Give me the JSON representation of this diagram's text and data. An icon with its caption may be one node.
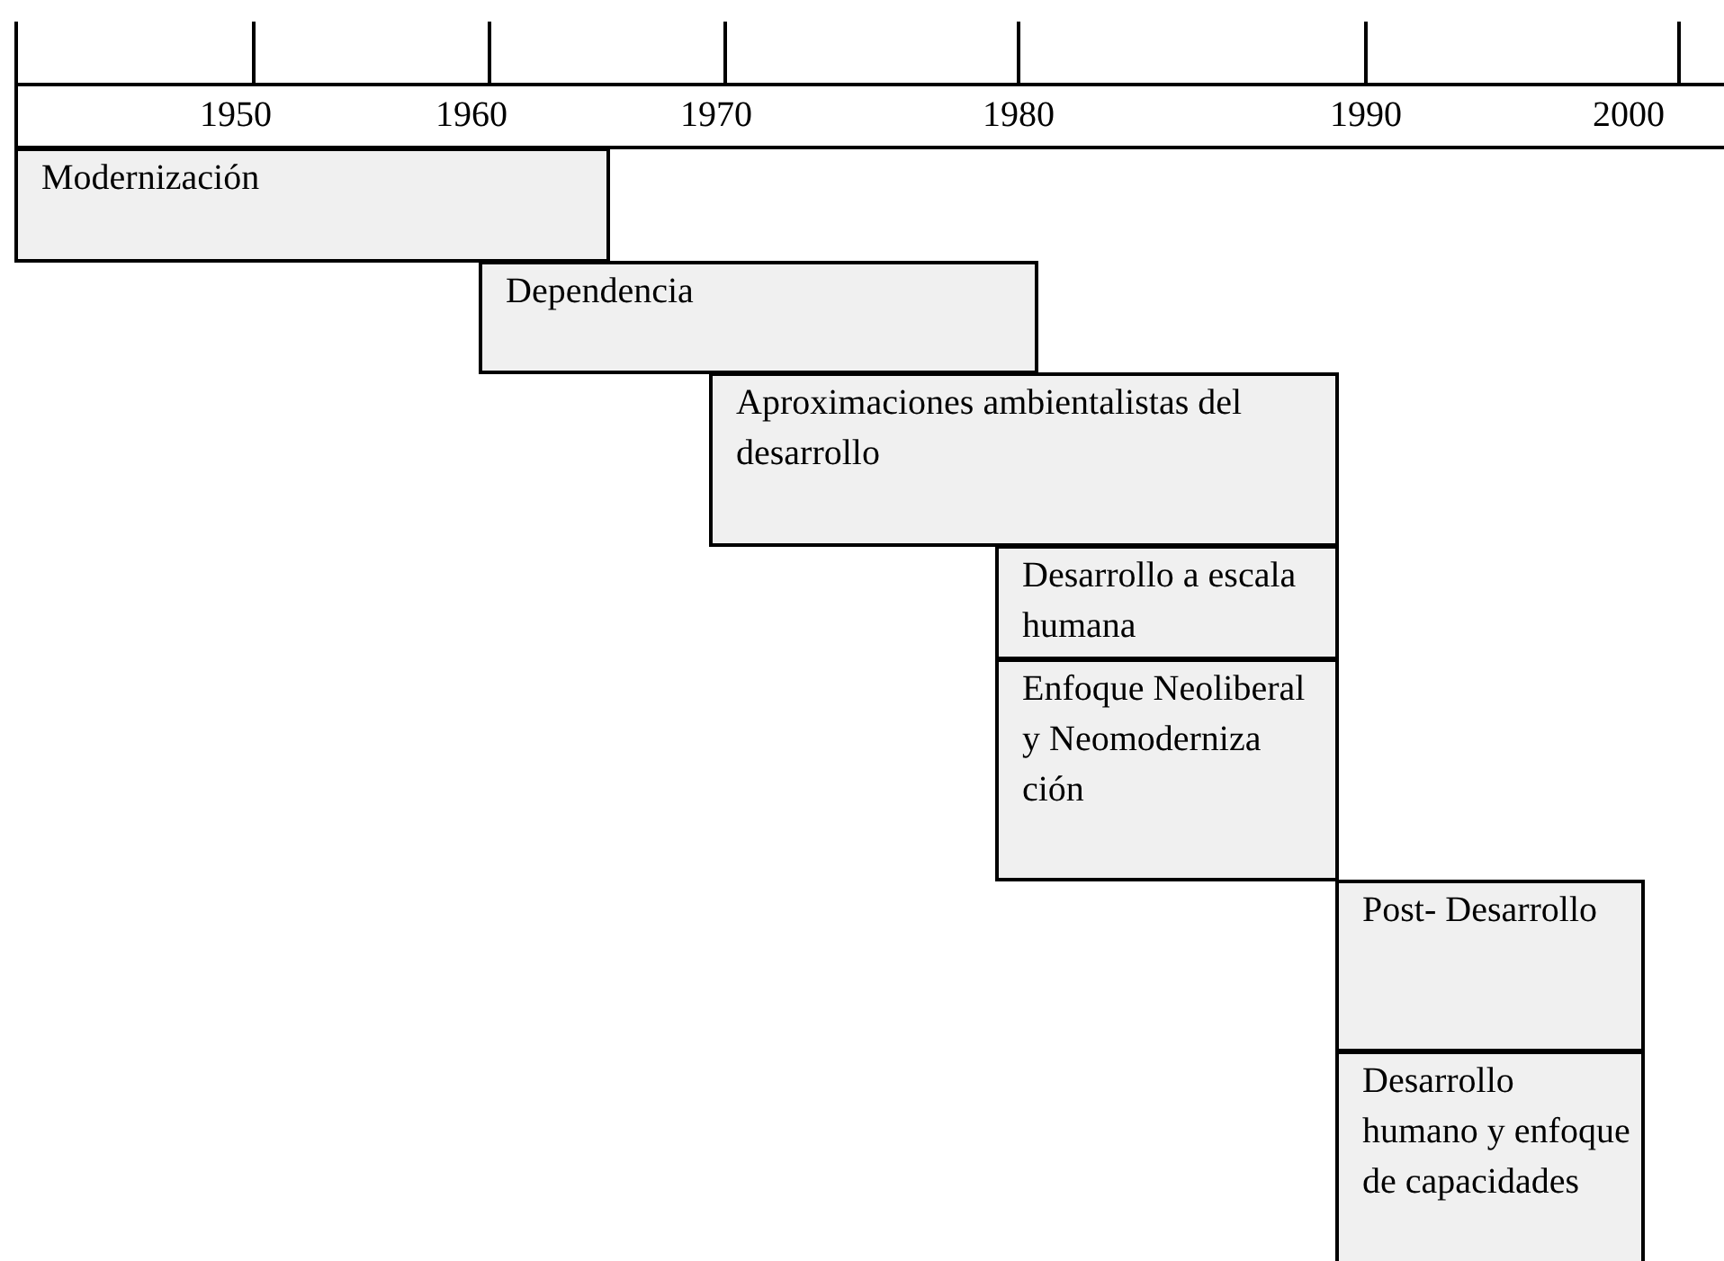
{
  "diagram": {
    "nodes": [
      {
        "text": [
          "Modernización"
        ]
      },
      {
        "text": [
          "Dependencia"
        ]
      },
      {
        "text": [
          "Aproximaciones ambientalistas del desarrollo"
        ]
      },
      {
        "text": [
          "Desarrollo a escala humana"
        ]
      },
      {
        "text": [
          "Enfoque Neoliberal y Neomoderniza ción"
        ]
      },
      {
        "text": [
          "Post- Desarrollo"
        ]
      },
      {
        "text": [
          "Desarrollo humano y enfoque de capacidades"
        ]
      }
    ],
    "labels": [
      "1950",
      "1960",
      "1970",
      "1980",
      "1990",
      "2000"
    ]
  }
}
